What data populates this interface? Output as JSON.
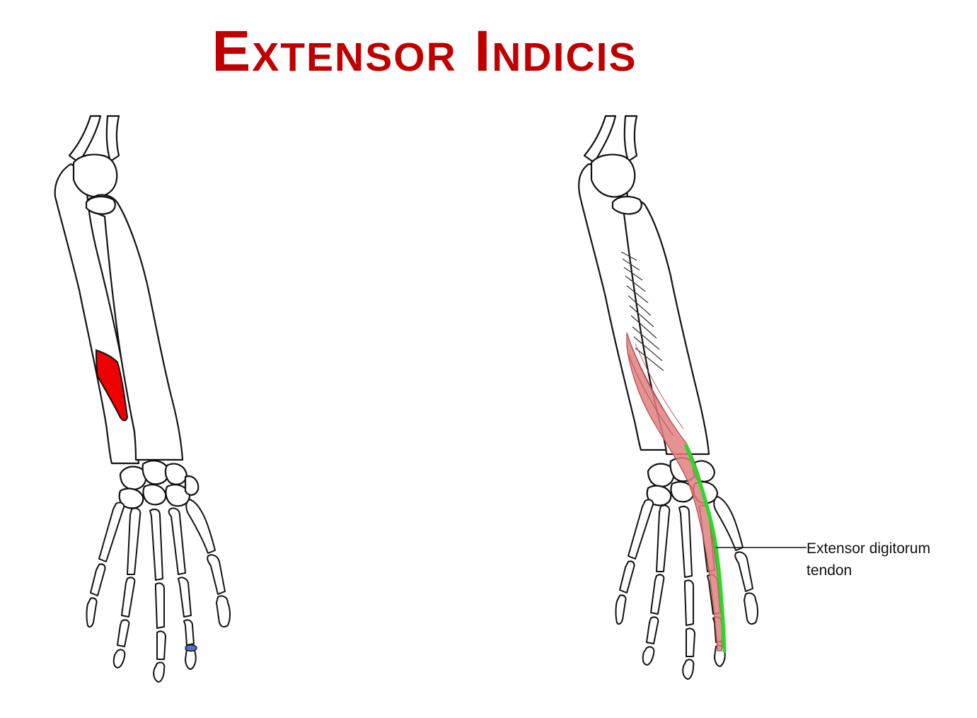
{
  "title": "Extensor Indicis",
  "label": {
    "line1": "Extensor digitorum",
    "line2": "tendon"
  },
  "colors": {
    "title": "#c00000",
    "origin": "#ee0000",
    "insertion": "#4f6fc8",
    "muscle": "#e07f80",
    "tendon": "#22dd22",
    "bone_outline": "#111111"
  }
}
